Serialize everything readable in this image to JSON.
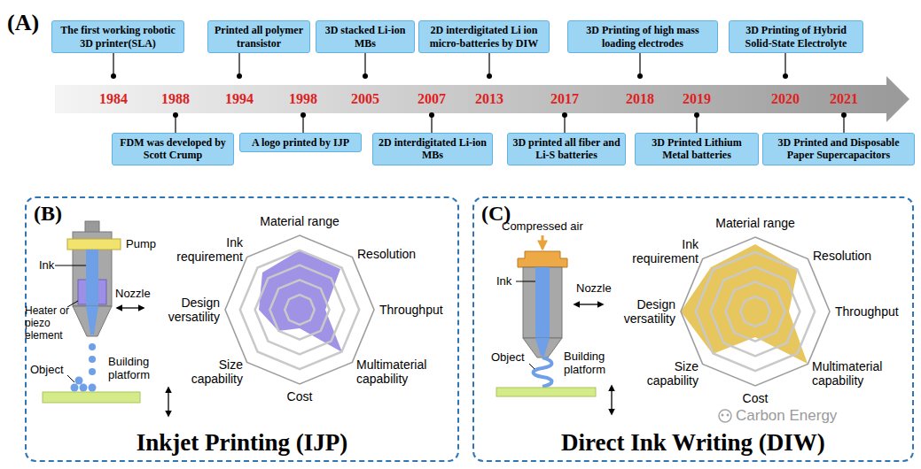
{
  "diagram": {
    "nodes": [
      {
        "text": [
          "The first working robotic 3D printer(SLA)"
        ]
      },
      {
        "text": [
          "FDM was developed by Scott Crump"
        ]
      },
      {
        "text": [
          "Printed all polymer transistor"
        ]
      },
      {
        "text": [
          "A logo printed by IJP"
        ]
      },
      {
        "text": [
          "3D stacked Li-ion MBs"
        ]
      },
      {
        "text": [
          "2D interdigitated Li-ion MBs"
        ]
      },
      {
        "text": [
          "2D interdigitated Li ion micro-batteries by DIW"
        ]
      },
      {
        "text": [
          "3D printed all fiber and Li-S batteries"
        ]
      },
      {
        "text": [
          "3D Printing of high mass loading electrodes"
        ]
      },
      {
        "text": [
          "3D Printed Lithium Metal batteries"
        ]
      },
      {
        "text": [
          "3D Printing of Hybrid Solid-State Electrolyte"
        ]
      },
      {
        "text": [
          "3D Printed and Disposable Paper Supercapacitors"
        ]
      },
      {
        "text": [
          "(B)",
          "Inkjet Printing (IJP)"
        ]
      },
      {
        "text": [
          "(C)",
          "Direct Ink Writing (DIW)"
        ]
      }
    ],
    "labels": [
      "(A)",
      "1984",
      "1988",
      "1994",
      "1998",
      "2005",
      "2007",
      "2013",
      "2017",
      "2018",
      "2019",
      "2020",
      "2021",
      "Material range",
      "Resolution",
      "Throughput",
      "Multimaterial capability",
      "Cost",
      "Size capability",
      "Design versatility",
      "Ink requirement",
      "Pump",
      "Ink",
      "Nozzle",
      "Heater or piezo element",
      "Object",
      "Building platform",
      "Material range",
      "Resolution",
      "Throughput",
      "Multimaterial capability",
      "Cost",
      "Size capability",
      "Design versatility",
      "Ink requirement",
      "Compressed air",
      "Ink",
      "Nozzle",
      "Object",
      "Building platform",
      "Carbon Energy"
    ]
  }
}
